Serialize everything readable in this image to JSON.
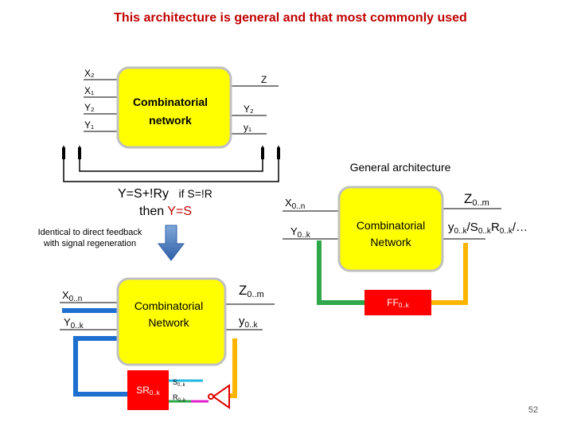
{
  "title": "This architecture is general and that most commonly used",
  "page_number": "52",
  "colors": {
    "box": "#ffff00",
    "box_border": "#c0c0c0",
    "title": "#c00000",
    "blue": "#1e6fd0",
    "red": "#e00000",
    "orange": "#ffb400",
    "green": "#2ea84a",
    "cyan": "#22b8e0",
    "magenta": "#e020d0"
  },
  "top_diagram": {
    "inputs": {
      "x2": "X₂",
      "x1": "X₁",
      "y2": "Y₂",
      "y1": "Y₁"
    },
    "block_label": "Combinatorial\nnetwork",
    "block_line1": "Combinatorial",
    "block_line2": "network",
    "outputs": {
      "z": "Z",
      "y2": "Y₂",
      "y1": "y₁"
    }
  },
  "middle": {
    "equation": "Y=S+!Ry",
    "condition": "if S=!R",
    "then_prefix": "then ",
    "then_value": "Y=S",
    "note_line1": "Identical to direct feedback",
    "note_line2": "with signal regeneration"
  },
  "general": {
    "caption": "General architecture",
    "in_x": "X",
    "in_x_sub": "0..n",
    "in_y": "Y",
    "in_y_sub": "0..k",
    "block_line1": "Combinatorial",
    "block_line2": "Network",
    "out_z": "Z",
    "out_z_sub": "0..m",
    "out_y": "y",
    "out_y_sub": "0..k",
    "out_s_sep": "/S",
    "out_s_sub": "0..k",
    "out_r": "R",
    "out_r_sub": "0..k",
    "out_ellipsis": "/…",
    "ff": "FF",
    "ff_sub": "0..k"
  },
  "bottom": {
    "in_x": "X",
    "in_x_sub": "0..n",
    "in_y": "Y",
    "in_y_sub": "0..k",
    "block_line1": "Combinatorial",
    "block_line2": "Network",
    "out_z": "Z",
    "out_z_sub": "0..m",
    "out_y": "y",
    "out_y_sub": "0..k",
    "sr": "SR",
    "sr_sub": "0..k",
    "s": "S",
    "s_sub": "0..k",
    "r": "R",
    "r_sub": "0..k"
  }
}
